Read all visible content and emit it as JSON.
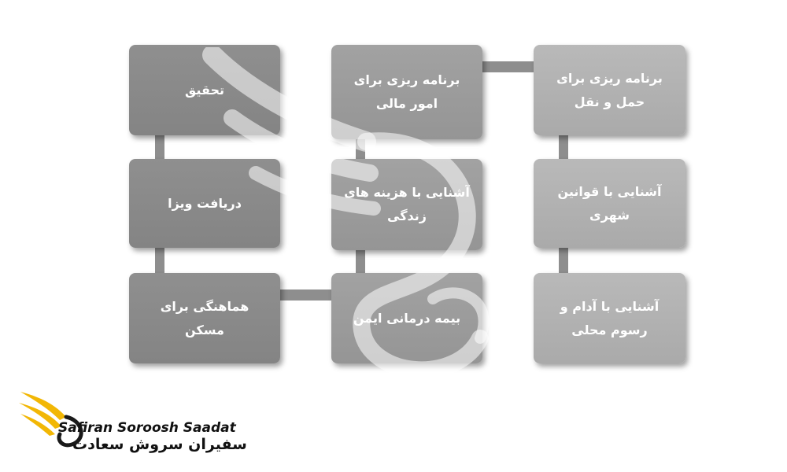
{
  "boxes": {
    "research": "تحقیق",
    "financial_planning": "برنامه ریزی برای امور مالی",
    "transport_planning": "برنامه ریزی برای حمل و نقل",
    "visa": "دریافت ویزا",
    "living_costs": "آشنایی با هزینه های زندگی",
    "city_laws": "آشنایی با قوانین شهری",
    "housing": "هماهنگی برای مسکن",
    "health_insurance": "بیمه درمانی ایمن",
    "local_customs": "آشنایی با آدام و رسوم محلی"
  },
  "logo": {
    "name_en": "Safiran Soroosh Saadat",
    "name_fa": "سفیران سروش سعادت",
    "icon": "golden-wing-emblem-icon",
    "accent_color": "#f2b705"
  },
  "colors": {
    "box_dark": "#8a8a8a",
    "box_mid": "#9b9b9b",
    "box_light": "#b1b1b1",
    "connector": "#8e8e8e"
  }
}
